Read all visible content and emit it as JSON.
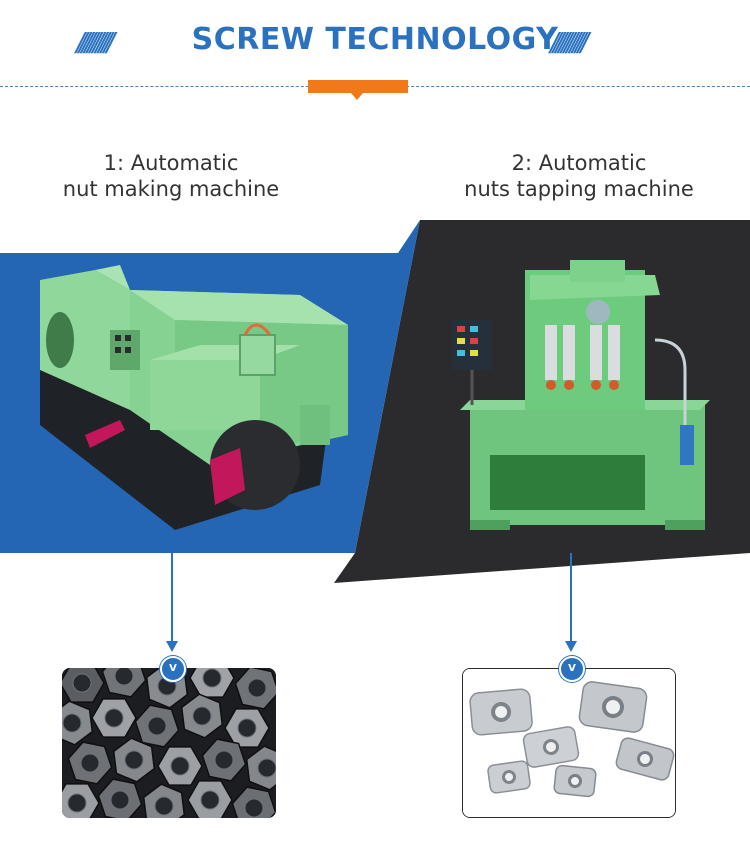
{
  "header": {
    "title": "SCREW TECHNOLOGY",
    "slashes": "////////////"
  },
  "machines": [
    {
      "caption_line1": "1: Automatic",
      "caption_line2": "nut making machine",
      "bg_color": "#2466b3",
      "badge": "V"
    },
    {
      "caption_line1": "2: Automatic",
      "caption_line2": "nuts tapping machine",
      "bg_color": "#2b2b2d",
      "badge": "V"
    }
  ],
  "colors": {
    "accent_blue": "#2a72c0",
    "accent_orange": "#f07a1a",
    "machine_green": "#7fd28a"
  }
}
